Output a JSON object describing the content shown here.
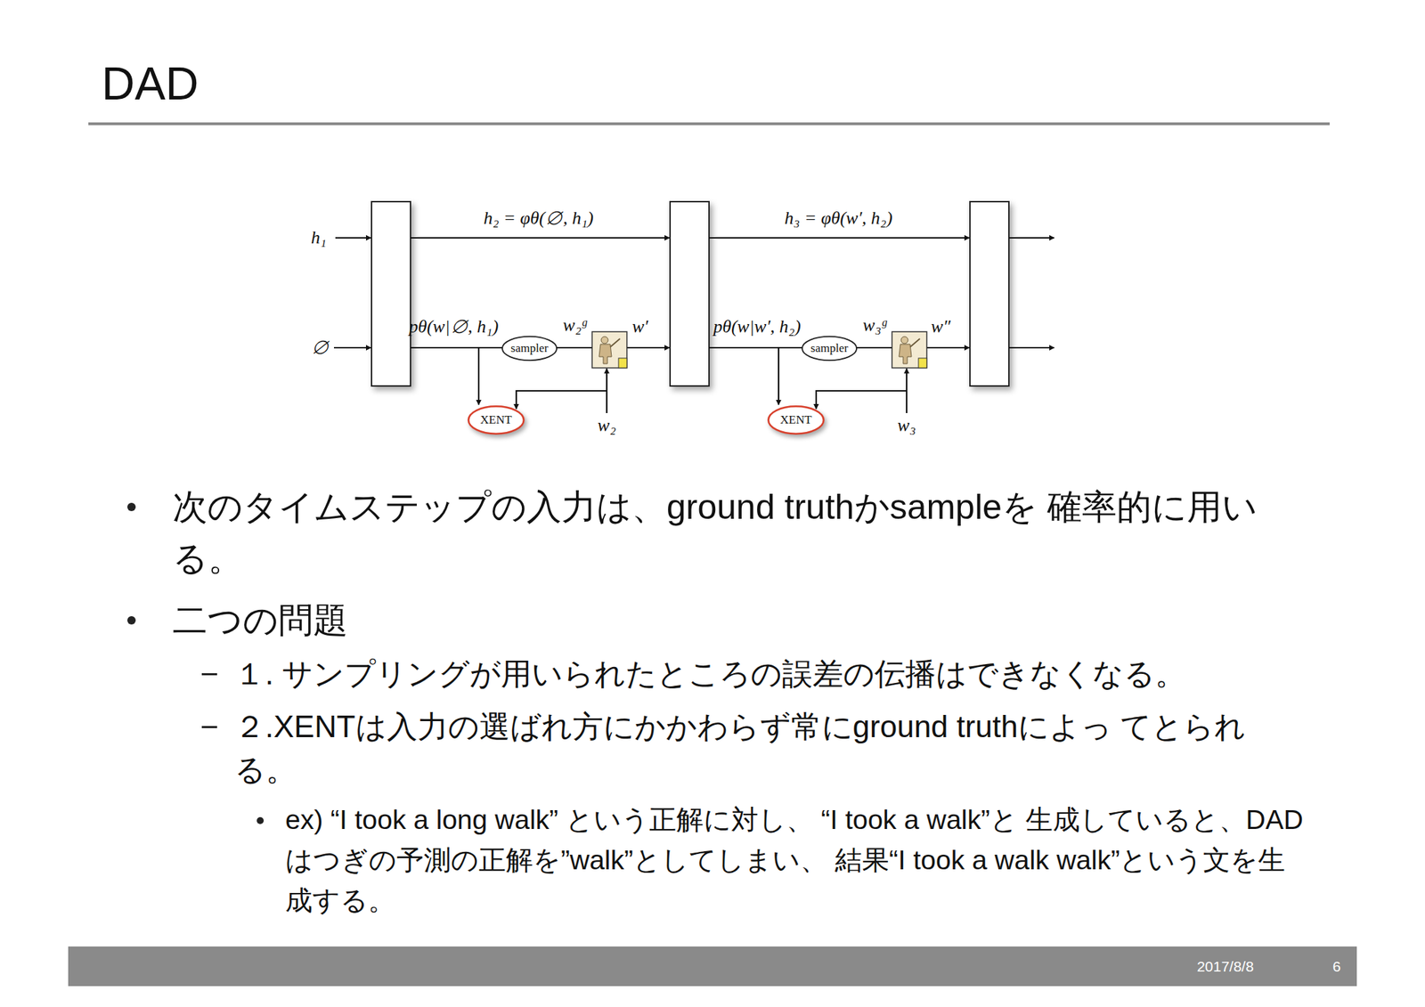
{
  "diagram": {
    "title": "DAD",
    "nodes": [
      {
        "text": [
          "sampler"
        ]
      },
      {
        "text": [
          "XENT"
        ]
      },
      {
        "text": [
          "sampler"
        ]
      },
      {
        "text": [
          "XENT"
        ]
      }
    ],
    "labels": [
      "h₁",
      "h₂ = φθ(∅, h₁)",
      "h₃ = φθ(w′, h₂)",
      "∅",
      "pθ(w|∅, h₁)",
      "w₂ᵍ",
      "w′",
      "pθ(w|w′, h₂)",
      "w₃ᵍ",
      "w″",
      "w₂",
      "w₃",
      "次のタイムステップの入力は、ground truthかsampleを 確率的に用いる。",
      "二つの問題",
      "１. サンプリングが用いられたところの誤差の伝播はできなくなる。",
      "２.XENTは入力の選ばれ方にかかわらず常にground truthによっ てとられる。",
      "ex) “I took a long walk” という正解に対し、 “I took a walk”と 生成していると、DADはつぎの予測の正解を”walk”としてしまい、 結果“I took a walk walk”という文を生成する。",
      "2017/8/8",
      "6"
    ]
  }
}
